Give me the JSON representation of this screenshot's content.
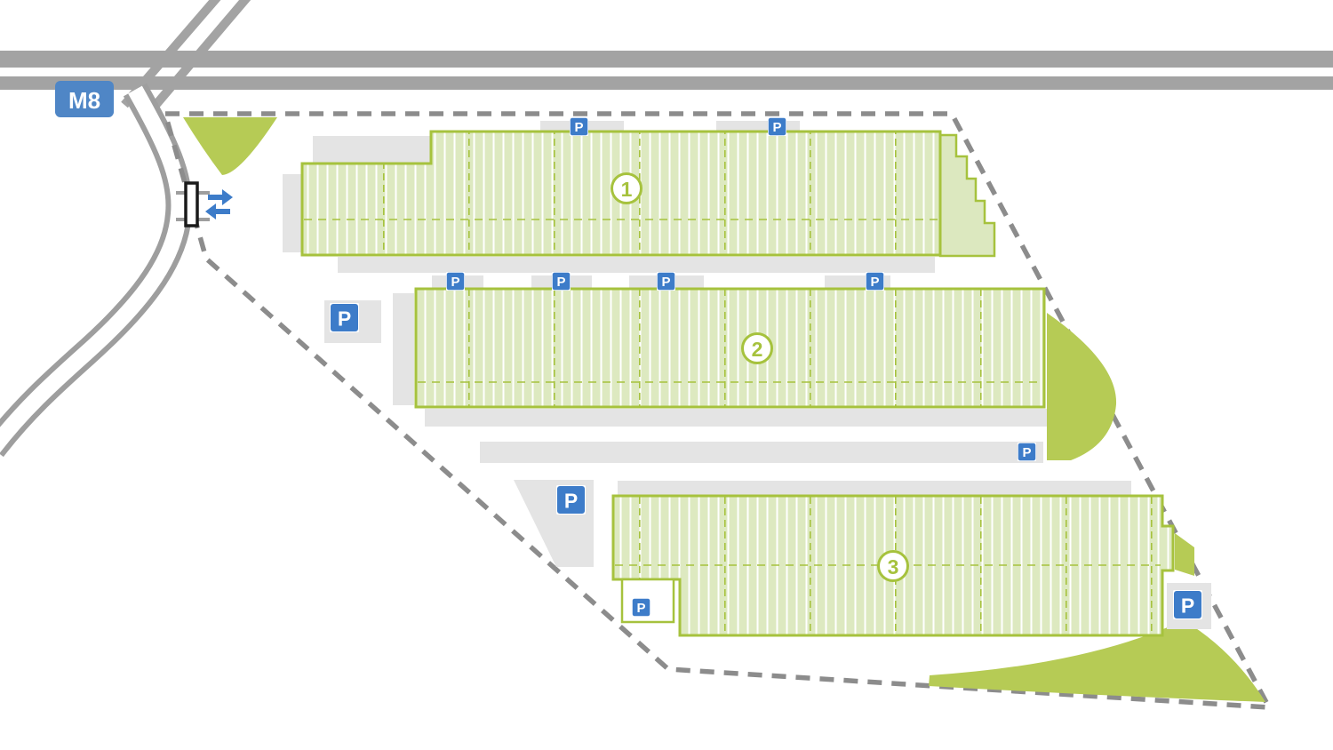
{
  "map": {
    "highway_label": "M8",
    "parking_label": "P",
    "buildings": [
      {
        "label": "1"
      },
      {
        "label": "2"
      },
      {
        "label": "3"
      }
    ]
  },
  "colors": {
    "road_gray": "#a3a3a3",
    "apron_gray": "#e4e4e4",
    "boundary_gray": "#8c8c8c",
    "building_fill": "#dde9c0",
    "building_stroke": "#a6c23d",
    "landscape_green": "#b6cb55",
    "badge_blue": "#3d7cc9",
    "highway_badge_blue": "#4f86c6",
    "gate_black": "#1a1a1a"
  }
}
